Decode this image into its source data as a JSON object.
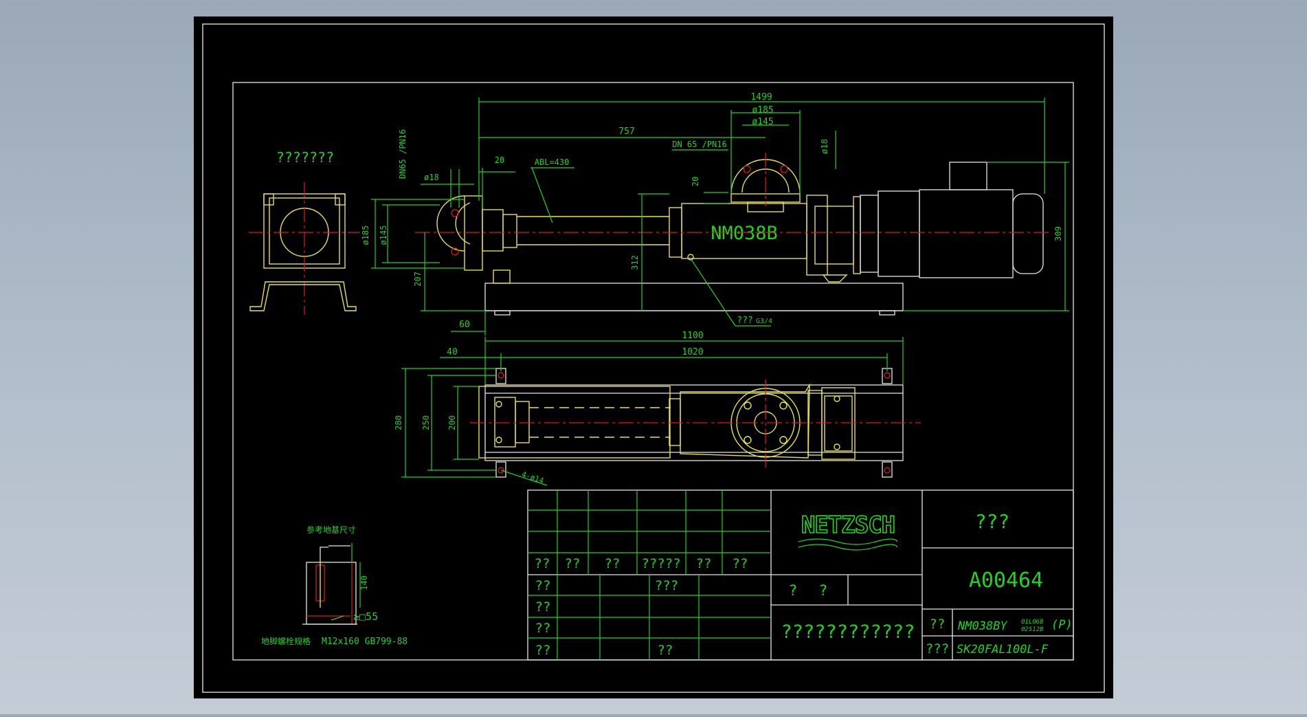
{
  "drawing": {
    "model_label": "NM038B",
    "end_view_title": "???????",
    "dimensions": {
      "total_length": "1499",
      "flange_outer_top": "ø185",
      "flange_inner_top": "ø145",
      "to_outlet": "757",
      "outlet_flange_spec": "DN 65 /PN16",
      "bolt_hole_top": "ø18",
      "inlet_flange_spec": "DN65 /PN16",
      "bolt_hole_left": "ø18",
      "offset_20_left": "20",
      "abl": "ABL=430",
      "offset_20_mid": "20",
      "flange_outer_left": "ø185",
      "flange_inner_left": "ø145",
      "inlet_height": "207",
      "center_height": "312",
      "overall_height": "309",
      "base_offset": "60",
      "drain_label": "???",
      "drain_spec": "G3/4",
      "base_length": "1100",
      "offset_40": "40",
      "hole_spacing": "1020",
      "width_280": "280",
      "width_250": "250",
      "width_200": "200",
      "holes": "4-ø14"
    },
    "foundation": {
      "title": "参考地基尺寸",
      "depth": "140",
      "clearance": "≥□55",
      "bolt_label": "地脚螺栓规格",
      "bolt_spec": "M12x160  GB799-88"
    }
  },
  "title_block": {
    "row_labels": [
      "??",
      "??",
      "??",
      "?????",
      "??",
      "??"
    ],
    "side_labels": [
      "??",
      "??",
      "??",
      "??"
    ],
    "mid_label_1": "???",
    "mid_label_2": "??",
    "company": "NETZSCH",
    "drawing_name": "???",
    "drawing_number": "A00464",
    "scale_label": "?",
    "sheet_label": "?",
    "description": "????????????",
    "model_label": "??",
    "model": "NM038BY",
    "model_sup": "01L06B",
    "model_sub": "02S12B",
    "model_suffix": "(P)",
    "motor_label": "???",
    "motor": "SK20FAL100L-F"
  },
  "colors": {
    "frame": "#21d321",
    "pump": "#e8e24a",
    "motor": "#e6e6e6",
    "centerline": "#e11b1b",
    "background": "#000000"
  }
}
